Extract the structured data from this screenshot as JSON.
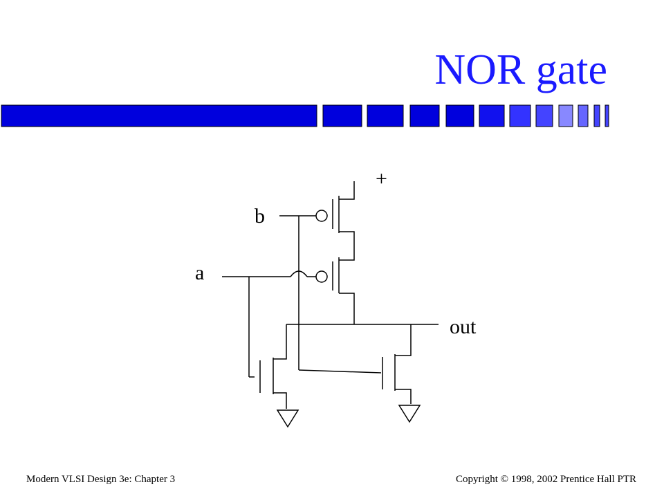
{
  "slide": {
    "title": "NOR gate",
    "footer_left": "Modern VLSI Design 3e: Chapter 3",
    "footer_right": "Copyright © 1998, 2002 Prentice Hall PTR"
  },
  "diagram": {
    "labels": {
      "vdd": "+",
      "input_b": "b",
      "input_a": "a",
      "output": "out"
    }
  },
  "colors": {
    "title": "#1a1aff",
    "bar_dark": "#0000cc",
    "bar_mid": "#3333ff",
    "bar_light": "#8888ff"
  }
}
